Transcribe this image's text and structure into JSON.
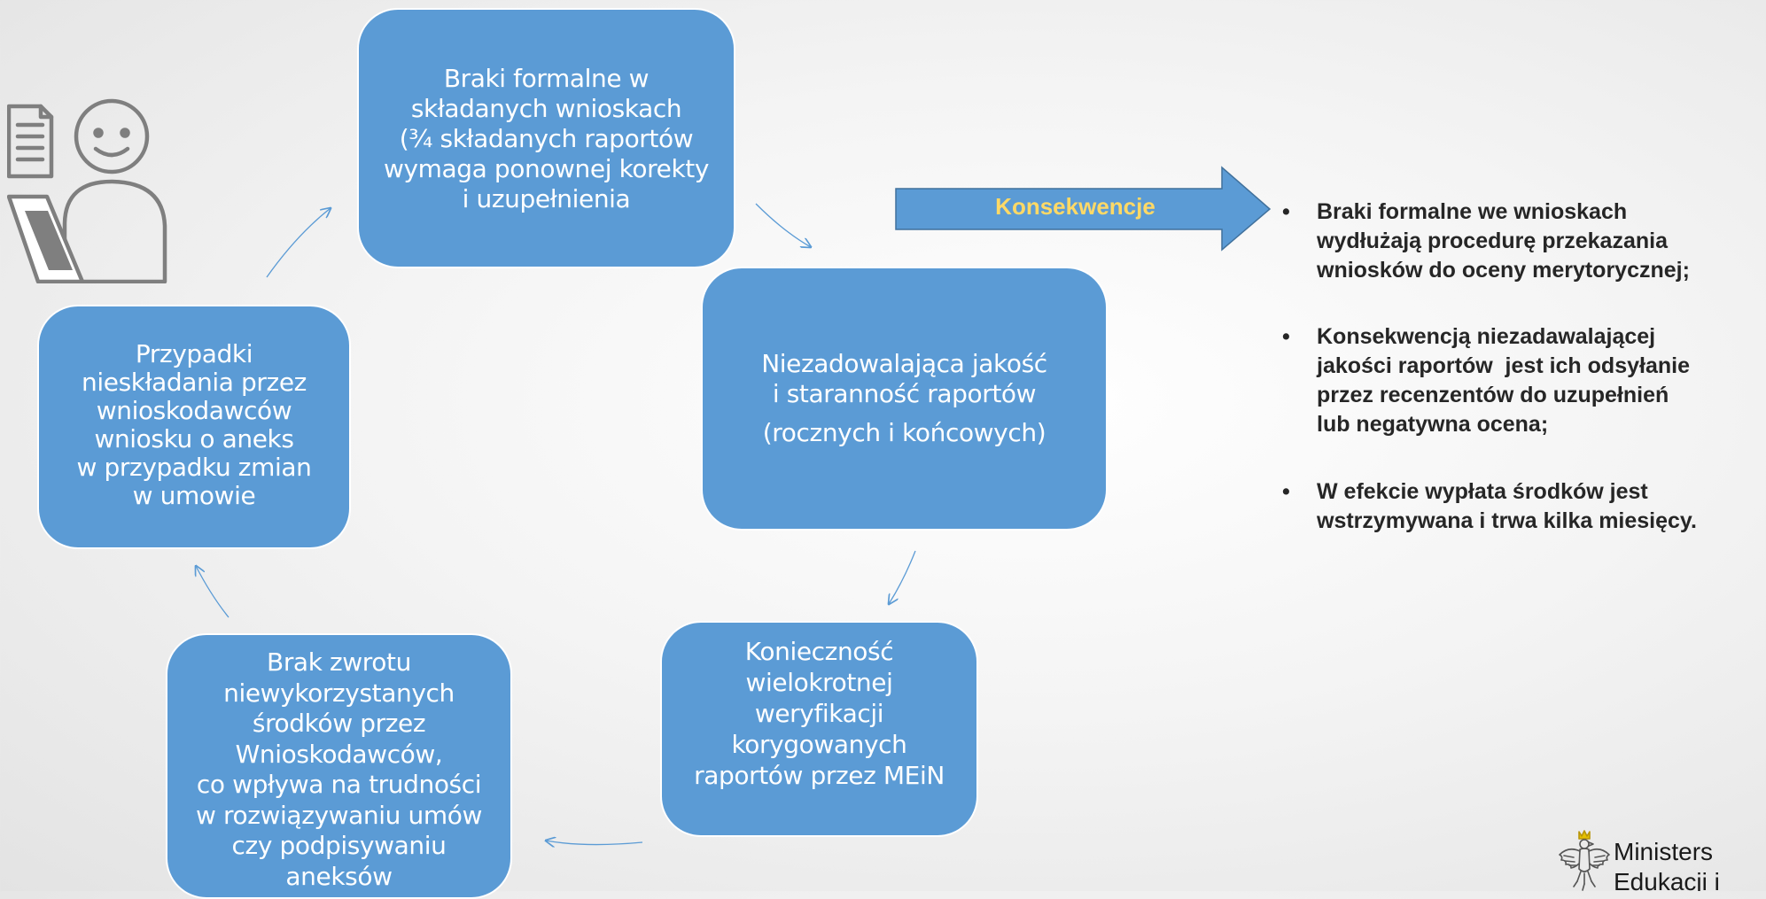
{
  "diagram": {
    "cycle_boxes": [
      {
        "id": "formal-deficiencies",
        "lines": [
          "Braki formalne w",
          "składanych wnioskach",
          "(¾ składanych raportów",
          "wymaga ponownej korekty",
          "i uzupełnienia"
        ]
      },
      {
        "id": "report-quality",
        "lines": [
          "Niezadowalająca jakość",
          "i staranność raportów",
          "(rocznych i końcowych)"
        ]
      },
      {
        "id": "reverification",
        "lines": [
          "Konieczność",
          "wielokrotnej",
          "weryfikacji",
          "korygowanych",
          "raportów przez MEiN"
        ]
      },
      {
        "id": "unused-funds",
        "lines": [
          "Brak zwrotu",
          "niewykorzystanych",
          "środków przez",
          "Wnioskodawców,",
          "co wpływa na trudności",
          "w rozwiązywaniu umów",
          "czy podpisywaniu",
          "aneksów"
        ]
      },
      {
        "id": "missing-annex",
        "lines": [
          "Przypadki",
          "nieskładania przez",
          "wnioskodawców",
          "wniosku o aneks",
          "w przypadku zmian",
          "w umowie"
        ]
      }
    ],
    "consequence_arrow_label": "Konsekwencje",
    "consequences": [
      {
        "lines": [
          "Braki formalne we wnioskach",
          "wydłużają procedurę przekazania",
          "wniosków do oceny merytorycznej;"
        ]
      },
      {
        "lines": [
          "Konsekwencją niezadawalającej",
          "jakości raportów  jest ich odsyłanie",
          "przez recenzentów do uzupełnień",
          "lub negatywna ocena;"
        ]
      },
      {
        "lines": [
          "W efekcie wypłata środków jest",
          "wstrzymywana i trwa kilka miesięcy."
        ]
      }
    ]
  },
  "logo": {
    "name_lines": [
      "Ministers",
      "Edukacji i"
    ]
  },
  "colors": {
    "box_fill": "#5b9bd5",
    "box_border": "#ffffff",
    "connector": "#5b9bd5",
    "arrow_label": "#ffd966",
    "bullet_text": "#262626",
    "icon": "#7f7f7f"
  },
  "icons": [
    "user-document-icon",
    "ministry-eagle-icon"
  ]
}
